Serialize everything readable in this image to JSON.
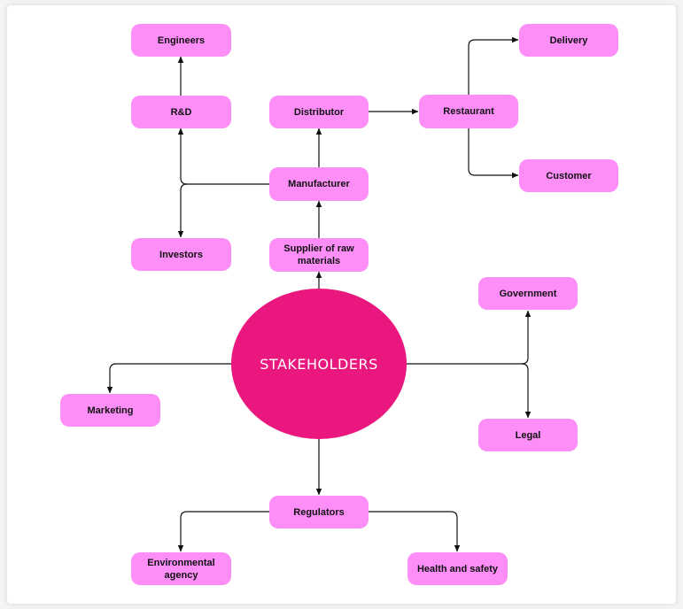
{
  "colors": {
    "node_fill": "#fd8ef8",
    "center_fill": "#e9177e",
    "line": "#111111"
  },
  "center_label": "STAKEHOLDERS",
  "nodes": {
    "engineers": "Engineers",
    "rnd": "R&D",
    "distributor": "Distributor",
    "restaurant": "Restaurant",
    "delivery": "Delivery",
    "customer": "Customer",
    "manufacturer": "Manufacturer",
    "investors": "Investors",
    "supplier": "Supplier of raw materials",
    "government": "Government",
    "marketing": "Marketing",
    "legal": "Legal",
    "regulators": "Regulators",
    "environmental": "Environmental agency",
    "health_safety": "Health and safety"
  }
}
